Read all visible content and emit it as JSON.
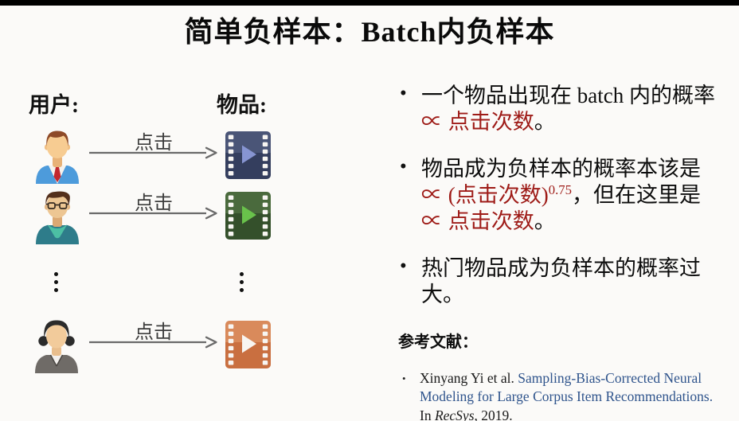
{
  "slide": {
    "title": "简单负样本：Batch内负样本"
  },
  "diagram": {
    "users_label": "用户:",
    "items_label": "物品:",
    "click_label": "点击",
    "rows": [
      {
        "user_icon": "man-with-tie-avatar",
        "item_icon": "video-file-blue"
      },
      {
        "user_icon": "man-with-glasses-avatar",
        "item_icon": "video-file-green"
      },
      {
        "user_icon": "woman-avatar",
        "item_icon": "video-file-orange"
      }
    ],
    "ellipsis_icon": "vertical-ellipsis"
  },
  "bullets": {
    "marker": "•",
    "item1": {
      "text": "一个物品出现在 batch 内的概率 ",
      "highlight": "∝ 点击次数",
      "period": "。"
    },
    "item2": {
      "text": "物品成为负样本的概率本该是 ",
      "highlight1": "∝ (点击次数)",
      "superscript": "0.75",
      "text2": "，但在这里是 ",
      "highlight2": "∝ 点击次数",
      "period": "。"
    },
    "item3": {
      "text": "热门物品成为负样本的概率过大。"
    }
  },
  "references": {
    "heading": "参考文献：",
    "marker": "•",
    "items": [
      {
        "authors": "Xinyang Yi et al. ",
        "link_title": "Sampling-Bias-Corrected Neural Modeling for Large Corpus Item Recommendations.",
        "in_prefix": " In ",
        "venue": "RecSys",
        "tail": ", 2019."
      }
    ]
  },
  "colors": {
    "background": "#FBFAF8",
    "top_bar": "#000000",
    "highlight_red": "#9E1B17",
    "link_blue": "#2F548C",
    "arrow_gray": "#6A6A6A"
  }
}
